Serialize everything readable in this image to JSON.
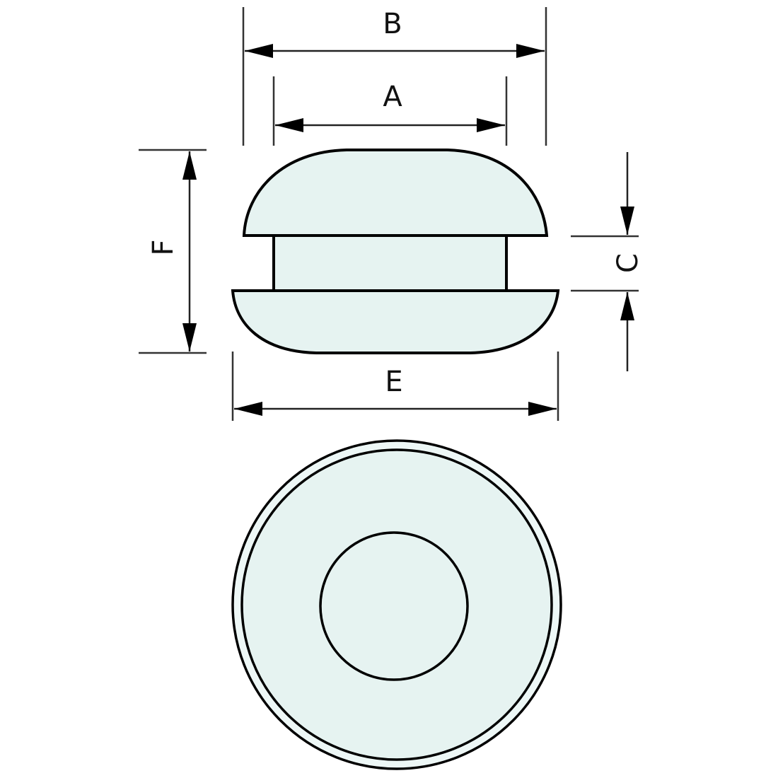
{
  "diagram": {
    "type": "technical-drawing",
    "subject": "rubber grommet (side view and top view)",
    "colors": {
      "part_fill": "#e6f3f1",
      "outline": "#000000",
      "dimension_lines": "#222222",
      "background": "#ffffff"
    },
    "dimensions": {
      "A": {
        "label": "A",
        "orientation": "horizontal",
        "meaning": "neck width"
      },
      "B": {
        "label": "B",
        "orientation": "horizontal",
        "meaning": "top cap width"
      },
      "C": {
        "label": "C",
        "orientation": "vertical",
        "meaning": "groove height"
      },
      "E": {
        "label": "E",
        "orientation": "horizontal",
        "meaning": "bottom flange width"
      },
      "F": {
        "label": "F",
        "orientation": "vertical",
        "meaning": "overall height"
      }
    },
    "views": [
      {
        "name": "side-view",
        "parts": [
          "top-cap",
          "neck",
          "bottom-flange"
        ]
      },
      {
        "name": "top-view",
        "parts": [
          "outer-ring",
          "inner-ring",
          "center-hole"
        ]
      }
    ]
  }
}
